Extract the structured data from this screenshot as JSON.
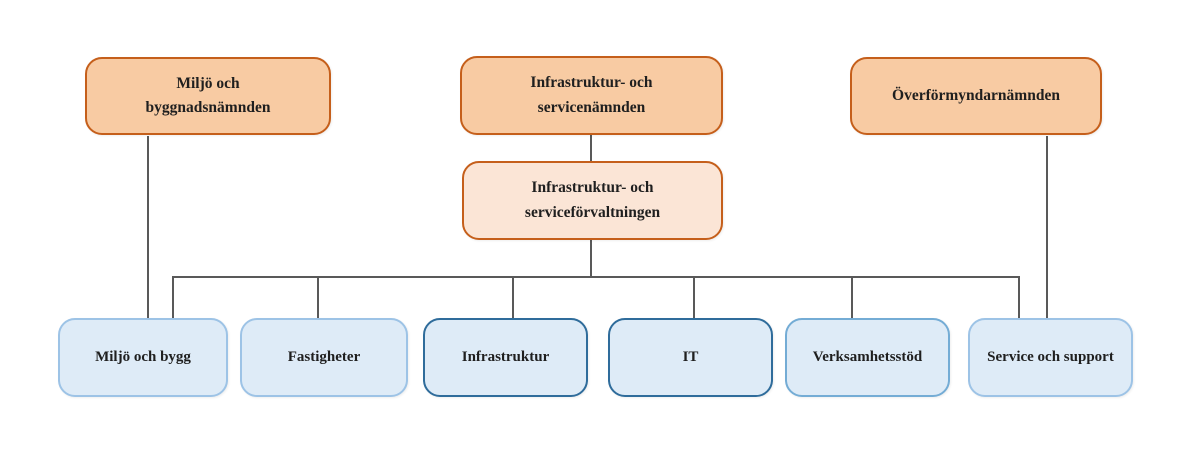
{
  "diagram": {
    "type": "org-chart",
    "language": "sv",
    "nodes": [
      {
        "id": "miljo-och-byggnadsnamnden",
        "label": "Miljö och byggnadsnämnden",
        "level": "namnd"
      },
      {
        "id": "infrastruktur-och-servicenamnden",
        "label": "Infrastruktur- och servicenämnden",
        "level": "namnd"
      },
      {
        "id": "overformyndarnamnden",
        "label": "Överförmyndarnämnden",
        "level": "namnd"
      },
      {
        "id": "infrastruktur-och-serviceforvaltningen",
        "label": "Infrastruktur- och serviceförvaltningen",
        "level": "forvaltning"
      },
      {
        "id": "miljo-och-bygg",
        "label": "Miljö och bygg",
        "level": "avdelning"
      },
      {
        "id": "fastigheter",
        "label": "Fastigheter",
        "level": "avdelning"
      },
      {
        "id": "infrastruktur",
        "label": "Infrastruktur",
        "level": "avdelning"
      },
      {
        "id": "it",
        "label": "IT",
        "level": "avdelning"
      },
      {
        "id": "verksamhetsstod",
        "label": "Verksamhetsstöd",
        "level": "avdelning"
      },
      {
        "id": "service-och-support",
        "label": "Service och support",
        "level": "avdelning"
      }
    ],
    "edges": [
      {
        "from": "miljo-och-byggnadsnamnden",
        "to": "miljo-och-bygg"
      },
      {
        "from": "infrastruktur-och-servicenamnden",
        "to": "infrastruktur-och-serviceforvaltningen"
      },
      {
        "from": "overformyndarnamnden",
        "to": "service-och-support"
      },
      {
        "from": "infrastruktur-och-serviceforvaltningen",
        "to": "miljo-och-bygg"
      },
      {
        "from": "infrastruktur-och-serviceforvaltningen",
        "to": "fastigheter"
      },
      {
        "from": "infrastruktur-och-serviceforvaltningen",
        "to": "infrastruktur"
      },
      {
        "from": "infrastruktur-och-serviceforvaltningen",
        "to": "it"
      },
      {
        "from": "infrastruktur-och-serviceforvaltningen",
        "to": "verksamhetsstod"
      },
      {
        "from": "infrastruktur-och-serviceforvaltningen",
        "to": "service-och-support"
      }
    ],
    "colors": {
      "namnd_fill": "#F8CBA3",
      "namnd_border": "#C55F1B",
      "forvaltning_fill": "#FBE5D6",
      "forvaltning_border": "#C55F1B",
      "avdelning_fill": "#DEEBF7",
      "avdelning_border_light": "#9DC3E6",
      "avdelning_border_medium": "#74ACD5",
      "avdelning_border_dark": "#2F6C9B",
      "connector": "#595959",
      "text": "#1F1F1F",
      "background": "#FFFFFF"
    }
  }
}
